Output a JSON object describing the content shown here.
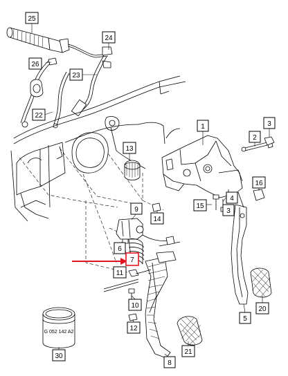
{
  "callouts": [
    {
      "id": "c25",
      "label": "25"
    },
    {
      "id": "c24",
      "label": "24"
    },
    {
      "id": "c26",
      "label": "26"
    },
    {
      "id": "c23",
      "label": "23"
    },
    {
      "id": "c22",
      "label": "22"
    },
    {
      "id": "c1",
      "label": "1"
    },
    {
      "id": "c3",
      "label": "3"
    },
    {
      "id": "c2",
      "label": "2"
    },
    {
      "id": "c13",
      "label": "13"
    },
    {
      "id": "c16",
      "label": "16"
    },
    {
      "id": "c4",
      "label": "4"
    },
    {
      "id": "c15",
      "label": "15"
    },
    {
      "id": "c3b",
      "label": "3"
    },
    {
      "id": "c9",
      "label": "9"
    },
    {
      "id": "c14",
      "label": "14"
    },
    {
      "id": "c6",
      "label": "6"
    },
    {
      "id": "c7",
      "label": "7"
    },
    {
      "id": "c11",
      "label": "11"
    },
    {
      "id": "c10",
      "label": "10"
    },
    {
      "id": "c12",
      "label": "12"
    },
    {
      "id": "c20",
      "label": "20"
    },
    {
      "id": "c5",
      "label": "5"
    },
    {
      "id": "c8",
      "label": "8"
    },
    {
      "id": "c21",
      "label": "21"
    },
    {
      "id": "c30",
      "label": "30"
    }
  ],
  "part30_marking": "G 052 142 A2",
  "highlight": {
    "callout": "7",
    "color": "#e0141e"
  }
}
